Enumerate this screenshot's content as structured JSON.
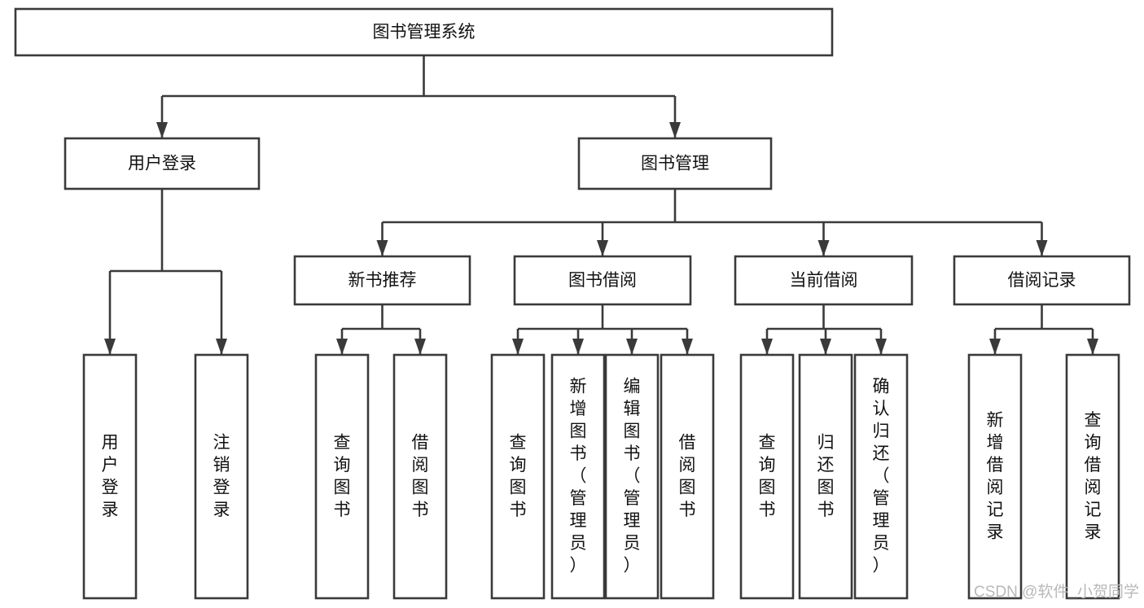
{
  "diagram": {
    "type": "tree",
    "orientation": "top-down",
    "title_node": "图书管理系统",
    "style": {
      "box_fill": "#ffffff",
      "box_stroke": "#3a3a3a",
      "line_color": "#3a3a3a",
      "text_color": "#111111",
      "background": "#ffffff",
      "watermark_color": "#b9b9b9"
    },
    "nodes": {
      "root": {
        "label": "图书管理系统",
        "orientation": "horizontal"
      },
      "level2": [
        {
          "id": "user-login",
          "label": "用户登录",
          "orientation": "horizontal"
        },
        {
          "id": "book-manage",
          "label": "图书管理",
          "orientation": "horizontal"
        }
      ],
      "level3": [
        {
          "id": "new-book-recommend",
          "label": "新书推荐",
          "orientation": "horizontal"
        },
        {
          "id": "book-borrow",
          "label": "图书借阅",
          "orientation": "horizontal"
        },
        {
          "id": "current-borrow",
          "label": "当前借阅",
          "orientation": "horizontal"
        },
        {
          "id": "borrow-record",
          "label": "借阅记录",
          "orientation": "horizontal"
        }
      ],
      "leaves": [
        {
          "id": "leaf-user-login",
          "label": "用户登录",
          "parent": "user-login",
          "orientation": "vertical"
        },
        {
          "id": "leaf-user-logout",
          "label": "注销登录",
          "parent": "user-login",
          "orientation": "vertical"
        },
        {
          "id": "leaf-query-book-1",
          "label": "查询图书",
          "parent": "new-book-recommend",
          "orientation": "vertical"
        },
        {
          "id": "leaf-borrow-book-1",
          "label": "借阅图书",
          "parent": "new-book-recommend",
          "orientation": "vertical"
        },
        {
          "id": "leaf-query-book-2",
          "label": "查询图书",
          "parent": "book-borrow",
          "orientation": "vertical"
        },
        {
          "id": "leaf-add-book",
          "label": "新增图书（管理员）",
          "parent": "book-borrow",
          "orientation": "vertical"
        },
        {
          "id": "leaf-edit-book",
          "label": "编辑图书（管理员）",
          "parent": "book-borrow",
          "orientation": "vertical"
        },
        {
          "id": "leaf-borrow-book-2",
          "label": "借阅图书",
          "parent": "book-borrow",
          "orientation": "vertical"
        },
        {
          "id": "leaf-query-book-3",
          "label": "查询图书",
          "parent": "current-borrow",
          "orientation": "vertical"
        },
        {
          "id": "leaf-return-book",
          "label": "归还图书",
          "parent": "current-borrow",
          "orientation": "vertical"
        },
        {
          "id": "leaf-confirm-return",
          "label": "确认归还（管理员）",
          "parent": "current-borrow",
          "orientation": "vertical"
        },
        {
          "id": "leaf-add-record",
          "label": "新增借阅记录",
          "parent": "borrow-record",
          "orientation": "vertical"
        },
        {
          "id": "leaf-query-record",
          "label": "查询借阅记录",
          "parent": "borrow-record",
          "orientation": "vertical"
        }
      ]
    }
  },
  "watermark": {
    "text": "CSDN @软件_小贺同学"
  }
}
